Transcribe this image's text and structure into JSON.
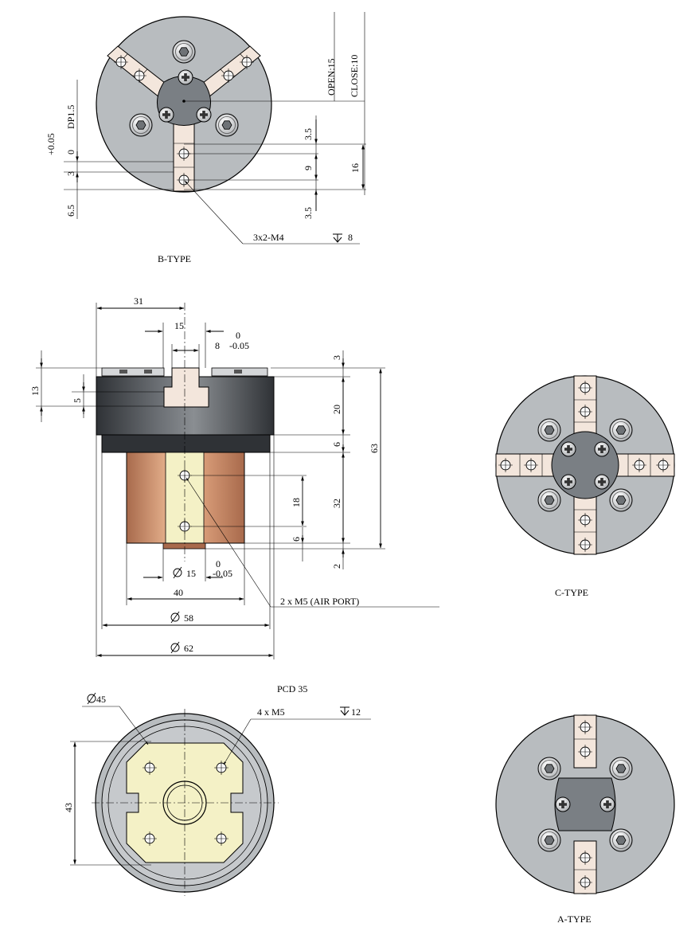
{
  "colors": {
    "body_gray": "#b8bcbf",
    "body_gray_dark": "#8e9296",
    "jaw_face": "#f3e6dc",
    "center_plate": "#7a7f84",
    "bolt_light": "#dcdcdc",
    "base_yellow": "#f4f1c6",
    "copper_light": "#e5b08c",
    "copper_dark": "#a86a4c",
    "housing_dark": "#2f3236",
    "housing_mid": "#6b6f74"
  },
  "icons": {
    "bolt": "hex-socket-bolt-icon",
    "screw": "cross-head-screw-icon",
    "thread_hole": "threaded-hole-icon",
    "depth": "depth-symbol-icon",
    "diameter": "diameter-symbol-icon"
  },
  "b_type": {
    "caption": "B-TYPE",
    "dims": {
      "open": "OPEN:15",
      "close": "CLOSE:10",
      "d3_5_top": "3.5",
      "d9": "9",
      "d16": "16",
      "d3_5_bottom": "3.5",
      "dp": "DP1.5",
      "tol": "+0.05",
      "zero": "0",
      "d3": "3",
      "d6_5": "6.5"
    },
    "callout": "3x2-M4",
    "callout_depth": "8"
  },
  "side_view": {
    "dims": {
      "d31": "31",
      "d15": "15",
      "slot_tol_top": "0",
      "slot": "8",
      "slot_tol_bottom": "-0.05",
      "d13": "13",
      "d5": "5",
      "d3": "3",
      "d20": "20",
      "d6_top": "6",
      "d63": "63",
      "d18": "18",
      "d32": "32",
      "d6_bottom": "6",
      "d2": "2",
      "dia15": "15",
      "dia15_tol_top": "0",
      "dia15_tol_bottom": "-0.05",
      "d40": "40",
      "dia58": "58",
      "dia62": "62"
    },
    "air_port_callout": "2 x M5 (AIR PORT)"
  },
  "c_type": {
    "caption": "C-TYPE"
  },
  "bottom_view": {
    "pcd": "PCD 35",
    "dia45": "45",
    "holes": "4 x M5",
    "hole_depth": "12",
    "d43": "43"
  },
  "a_type": {
    "caption": "A-TYPE"
  }
}
